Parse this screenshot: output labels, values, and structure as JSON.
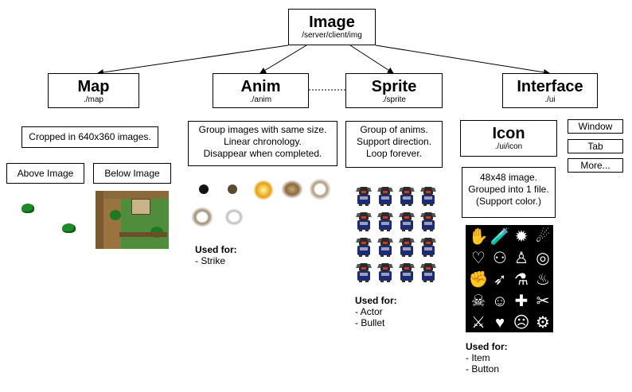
{
  "nodes": {
    "image": {
      "title": "Image",
      "path": "/server/client/img"
    },
    "map": {
      "title": "Map",
      "path": "./map"
    },
    "anim": {
      "title": "Anim",
      "path": "./anim"
    },
    "sprite": {
      "title": "Sprite",
      "path": "./sprite"
    },
    "interface": {
      "title": "Interface",
      "path": "./ui"
    },
    "icon": {
      "title": "Icon",
      "path": "./ui/icon"
    }
  },
  "map_section": {
    "note": "Cropped in 640x360 images.",
    "above_label": "Above Image",
    "below_label": "Below Image"
  },
  "anim_section": {
    "note_lines": [
      "Group images with same size.",
      "Linear chronology.",
      "Disappear when completed."
    ],
    "used_for_title": "Used for:",
    "used_for_items": [
      "- Strike"
    ]
  },
  "sprite_section": {
    "note_lines": [
      "Group of anims.",
      "Support direction.",
      "Loop forever."
    ],
    "used_for_title": "Used for:",
    "used_for_items": [
      "- Actor",
      "- Bullet"
    ]
  },
  "interface_section": {
    "buttons": [
      "Window",
      "Tab",
      "More..."
    ],
    "icon_note_lines": [
      "48x48 image.",
      "Grouped into 1 file.",
      "(Support color.)"
    ],
    "used_for_title": "Used for:",
    "used_for_items": [
      "- Item",
      "- Button"
    ]
  },
  "icon_glyphs": [
    "✋",
    "🧪",
    "✹",
    "☄",
    "♡",
    "⚇",
    "♙",
    "◎",
    "✊",
    "➶",
    "⚗",
    "♨",
    "☠",
    "☺",
    "✚",
    "✂",
    "⚔",
    "♥",
    "☹",
    "⚙",
    "❂",
    "✪",
    "☻",
    "⚡"
  ]
}
